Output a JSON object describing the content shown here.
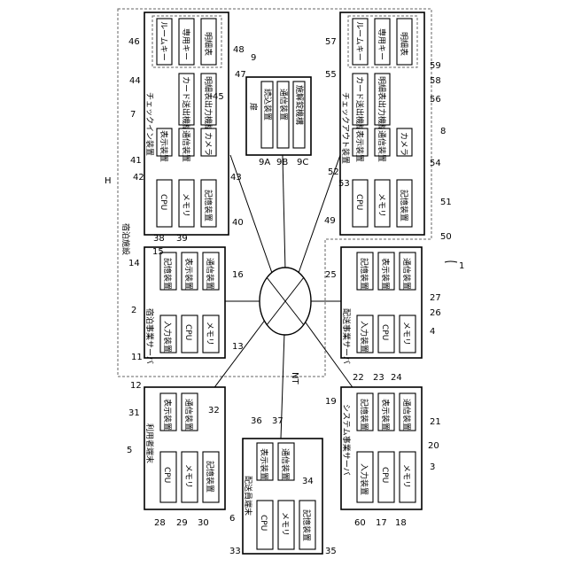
{
  "facility": {
    "label": "宿泊施設",
    "ref": "H"
  },
  "network": {
    "ref": "NT"
  },
  "figure_ref": "1",
  "door": {
    "title": "扉",
    "ref": "9",
    "parts": [
      {
        "label": "読込装置",
        "ref": "9A"
      },
      {
        "label": "通信装置",
        "ref": "9B"
      },
      {
        "label": "施解錠機構",
        "ref": "9C"
      }
    ]
  },
  "checkin": {
    "title": "チェックイン装置",
    "ref": "7",
    "cpu": {
      "label": "CPU",
      "ref": "38"
    },
    "memory": {
      "label": "メモリ",
      "ref": "39"
    },
    "storage": {
      "label": "記憶装置",
      "ref": "40"
    },
    "display": {
      "label": "表示装置",
      "ref": "41"
    },
    "comm": {
      "label": "通信装置",
      "ref": "42"
    },
    "camera": {
      "label": "カメラ",
      "ref": "43"
    },
    "card_issuer": {
      "label": "カード送出機構",
      "ref": "44"
    },
    "statement_issuer": {
      "label": "明細表出力機構",
      "ref": "45"
    },
    "room_key": {
      "label": "ルームキー",
      "ref": "46"
    },
    "private_key": {
      "label": "専用キー",
      "ref": "47"
    },
    "statement": {
      "label": "明細表",
      "ref": "48"
    }
  },
  "checkout": {
    "title": "チェックアウト装置",
    "ref": "8",
    "cpu": {
      "label": "CPU",
      "ref": "49"
    },
    "memory": {
      "label": "メモリ",
      "ref": "50"
    },
    "storage": {
      "label": "記憶装置",
      "ref": "51"
    },
    "display": {
      "label": "表示装置",
      "ref": "52"
    },
    "comm": {
      "label": "通信装置",
      "ref": "53"
    },
    "camera": {
      "label": "カメラ",
      "ref": "54"
    },
    "card_issuer": {
      "label": "カード送出機構",
      "ref": "55"
    },
    "statement_issuer": {
      "label": "明細表出力機構",
      "ref": "56"
    },
    "room_key": {
      "label": "ルームキー",
      "ref": "57"
    },
    "private_key": {
      "label": "専用キー",
      "ref": "58"
    },
    "statement": {
      "label": "明細表",
      "ref": "59"
    }
  },
  "lodging_server": {
    "title": "宿泊事業サーバ",
    "ref": "2",
    "input": {
      "label": "入力装置",
      "ref": "11"
    },
    "cpu": {
      "label": "CPU",
      "ref": "12"
    },
    "memory": {
      "label": "メモリ",
      "ref": "13"
    },
    "storage": {
      "label": "記憶装置",
      "ref": "14"
    },
    "display": {
      "label": "表示装置",
      "ref": "15"
    },
    "comm": {
      "label": "通信装置",
      "ref": "16"
    }
  },
  "delivery_server": {
    "title": "配送事業サーバ",
    "ref": "4",
    "input": {
      "label": "入力装置",
      "ref": "22"
    },
    "cpu": {
      "label": "CPU",
      "ref": "23"
    },
    "memory": {
      "label": "メモリ",
      "ref": "24"
    },
    "storage": {
      "label": "記憶装置",
      "ref": "25"
    },
    "display": {
      "label": "表示装置",
      "ref": "26"
    },
    "comm": {
      "label": "通信装置",
      "ref": "27"
    }
  },
  "system_server": {
    "title": "システム事業サーバ",
    "ref": "3",
    "input": {
      "label": "入力装置",
      "ref": "60"
    },
    "cpu": {
      "label": "CPU",
      "ref": "17"
    },
    "memory": {
      "label": "メモリ",
      "ref": "18"
    },
    "storage": {
      "label": "記憶装置",
      "ref": "19"
    },
    "display": {
      "label": "表示装置",
      "ref": "20"
    },
    "comm": {
      "label": "通信装置",
      "ref": "21"
    }
  },
  "user_terminal": {
    "title": "利用者端末",
    "ref": "5",
    "cpu": {
      "label": "CPU",
      "ref": "28"
    },
    "memory": {
      "label": "メモリ",
      "ref": "29"
    },
    "storage": {
      "label": "記憶装置",
      "ref": "30"
    },
    "display": {
      "label": "表示装置",
      "ref": "31"
    },
    "comm": {
      "label": "通信装置",
      "ref": "32"
    }
  },
  "courier_terminal": {
    "title": "配送員端末",
    "ref": "6",
    "cpu": {
      "label": "CPU",
      "ref": "33"
    },
    "memory": {
      "label": "メモリ",
      "ref": "34"
    },
    "storage": {
      "label": "記憶装置",
      "ref": "35"
    },
    "display": {
      "label": "表示装置",
      "ref": "36"
    },
    "comm": {
      "label": "通信装置",
      "ref": "37"
    }
  }
}
